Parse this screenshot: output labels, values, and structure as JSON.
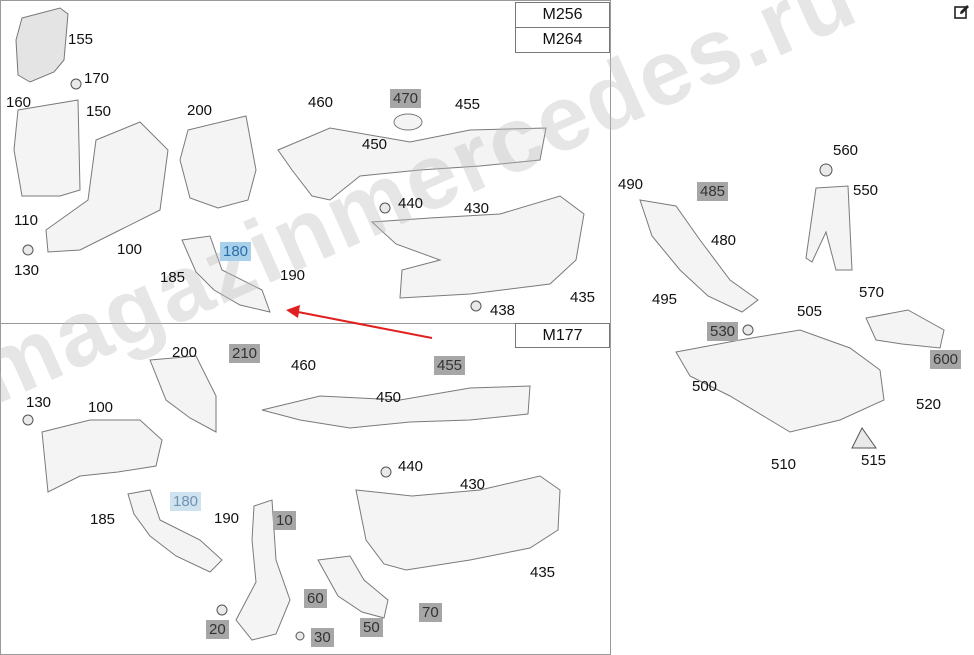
{
  "engines": {
    "m256": "M256",
    "m264": "M264",
    "m177": "M177"
  },
  "watermark": "magazinmercedes.ru",
  "labels_top": {
    "l155": "155",
    "l170": "170",
    "l160": "160",
    "l150": "150",
    "l110": "110",
    "l130": "130",
    "l100": "100",
    "l200": "200",
    "l185": "185",
    "l180": "180",
    "l190": "190",
    "l460": "460",
    "l470": "470",
    "l455": "455",
    "l450": "450",
    "l440": "440",
    "l430": "430",
    "l435": "435",
    "l438": "438"
  },
  "labels_bottom": {
    "l200": "200",
    "l210": "210",
    "l130": "130",
    "l100": "100",
    "l185": "185",
    "l180": "180",
    "l190": "190",
    "l10": "10",
    "l460": "460",
    "l455": "455",
    "l450": "450",
    "l440": "440",
    "l430": "430",
    "l435": "435",
    "l60": "60",
    "l50": "50",
    "l70": "70",
    "l20": "20",
    "l30": "30"
  },
  "labels_right": {
    "l490": "490",
    "l485": "485",
    "l480": "480",
    "l495": "495",
    "l560": "560",
    "l550": "550",
    "l570": "570",
    "l505": "505",
    "l530": "530",
    "l500": "500",
    "l600": "600",
    "l520": "520",
    "l510": "510",
    "l515": "515"
  },
  "colors": {
    "highlight_grey": "#a6a6a6",
    "highlight_blue": "#a8d0ea",
    "arrow_red": "#e02020"
  },
  "icons": {
    "edit": "edit-icon"
  }
}
